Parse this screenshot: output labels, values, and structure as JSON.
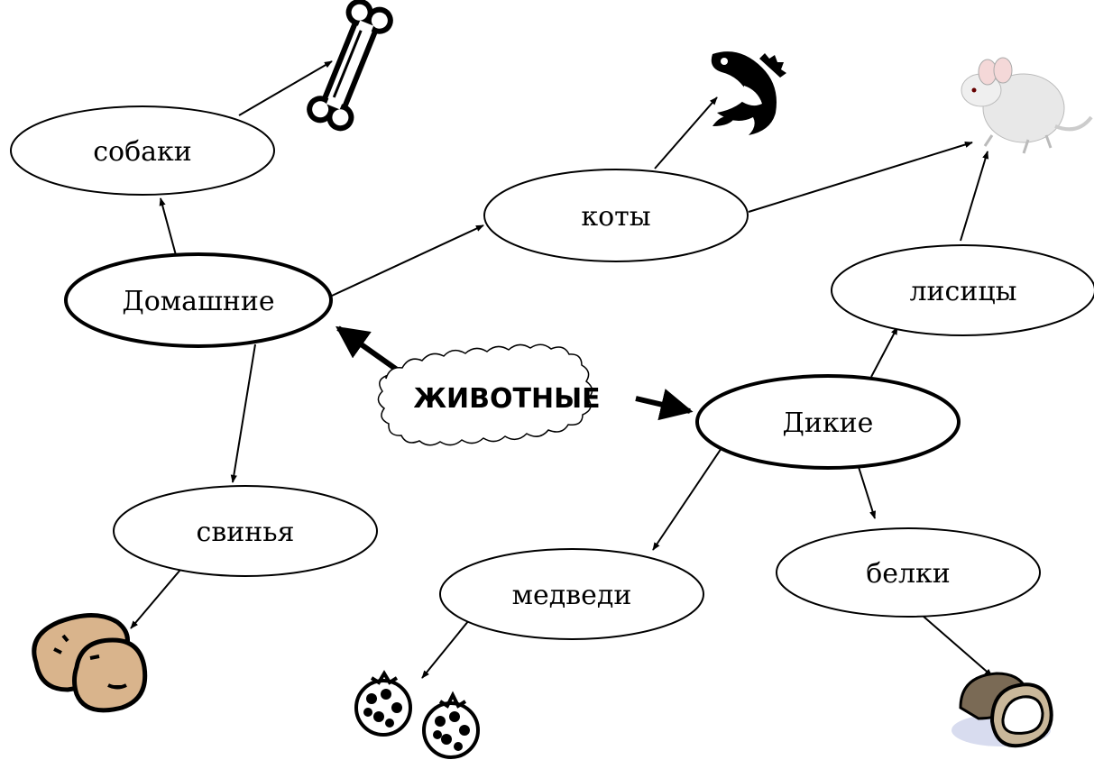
{
  "diagram": {
    "center": "ЖИВОТНЫЕ",
    "categories": {
      "domestic": "Домашние",
      "wild": "Дикие"
    },
    "nodes": {
      "dogs": "собаки",
      "cats": "коты",
      "pig": "свинья",
      "foxes": "лисицы",
      "bears": "медведи",
      "squirrels": "белки"
    },
    "foods": {
      "bone": "bone-icon",
      "fish": "fish-icon",
      "mouse": "mouse-icon",
      "potatoes": "potato-icon",
      "raspberries": "raspberry-icon",
      "nuts": "nut-icon"
    }
  }
}
